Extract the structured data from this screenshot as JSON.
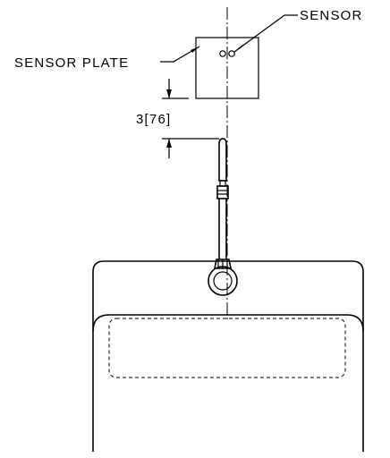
{
  "diagram": {
    "labels": {
      "sensor": "SENSOR",
      "sensor_plate": "SENSOR PLATE",
      "dimension": "3[76]"
    }
  }
}
